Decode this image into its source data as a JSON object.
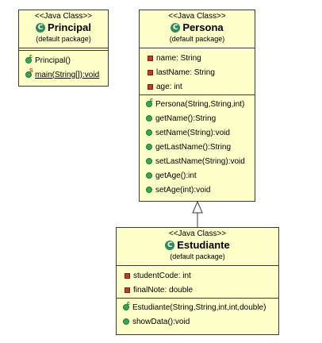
{
  "principal": {
    "stereotype": "<<Java Class>>",
    "name": "Principal",
    "package": "(default package)",
    "methods": [
      "Principal()",
      "main(String[]):void"
    ]
  },
  "persona": {
    "stereotype": "<<Java Class>>",
    "name": "Persona",
    "package": "(default package)",
    "fields": [
      "name: String",
      "lastName: String",
      "age: int"
    ],
    "methods": [
      "Persona(String,String,int)",
      "getName():String",
      "setName(String):void",
      "getLastName():String",
      "setLastName(String):void",
      "getAge():int",
      "setAge(int):void"
    ]
  },
  "estudiante": {
    "stereotype": "<<Java Class>>",
    "name": "Estudiante",
    "package": "(default package)",
    "fields": [
      "studentCode: int",
      "finalNote: double"
    ],
    "methods": [
      "Estudiante(String,String,int,int,double)",
      "showData():void"
    ]
  },
  "icons": {
    "class_badge": "class-c-icon",
    "public_method": "green-dot-icon",
    "private_field": "red-square-icon"
  },
  "colors": {
    "class_fill": "#ffffca",
    "border": "#3b3b3b",
    "badge_green": "#2e8b57",
    "method_green": "#34a853",
    "field_red": "#c0392b"
  }
}
